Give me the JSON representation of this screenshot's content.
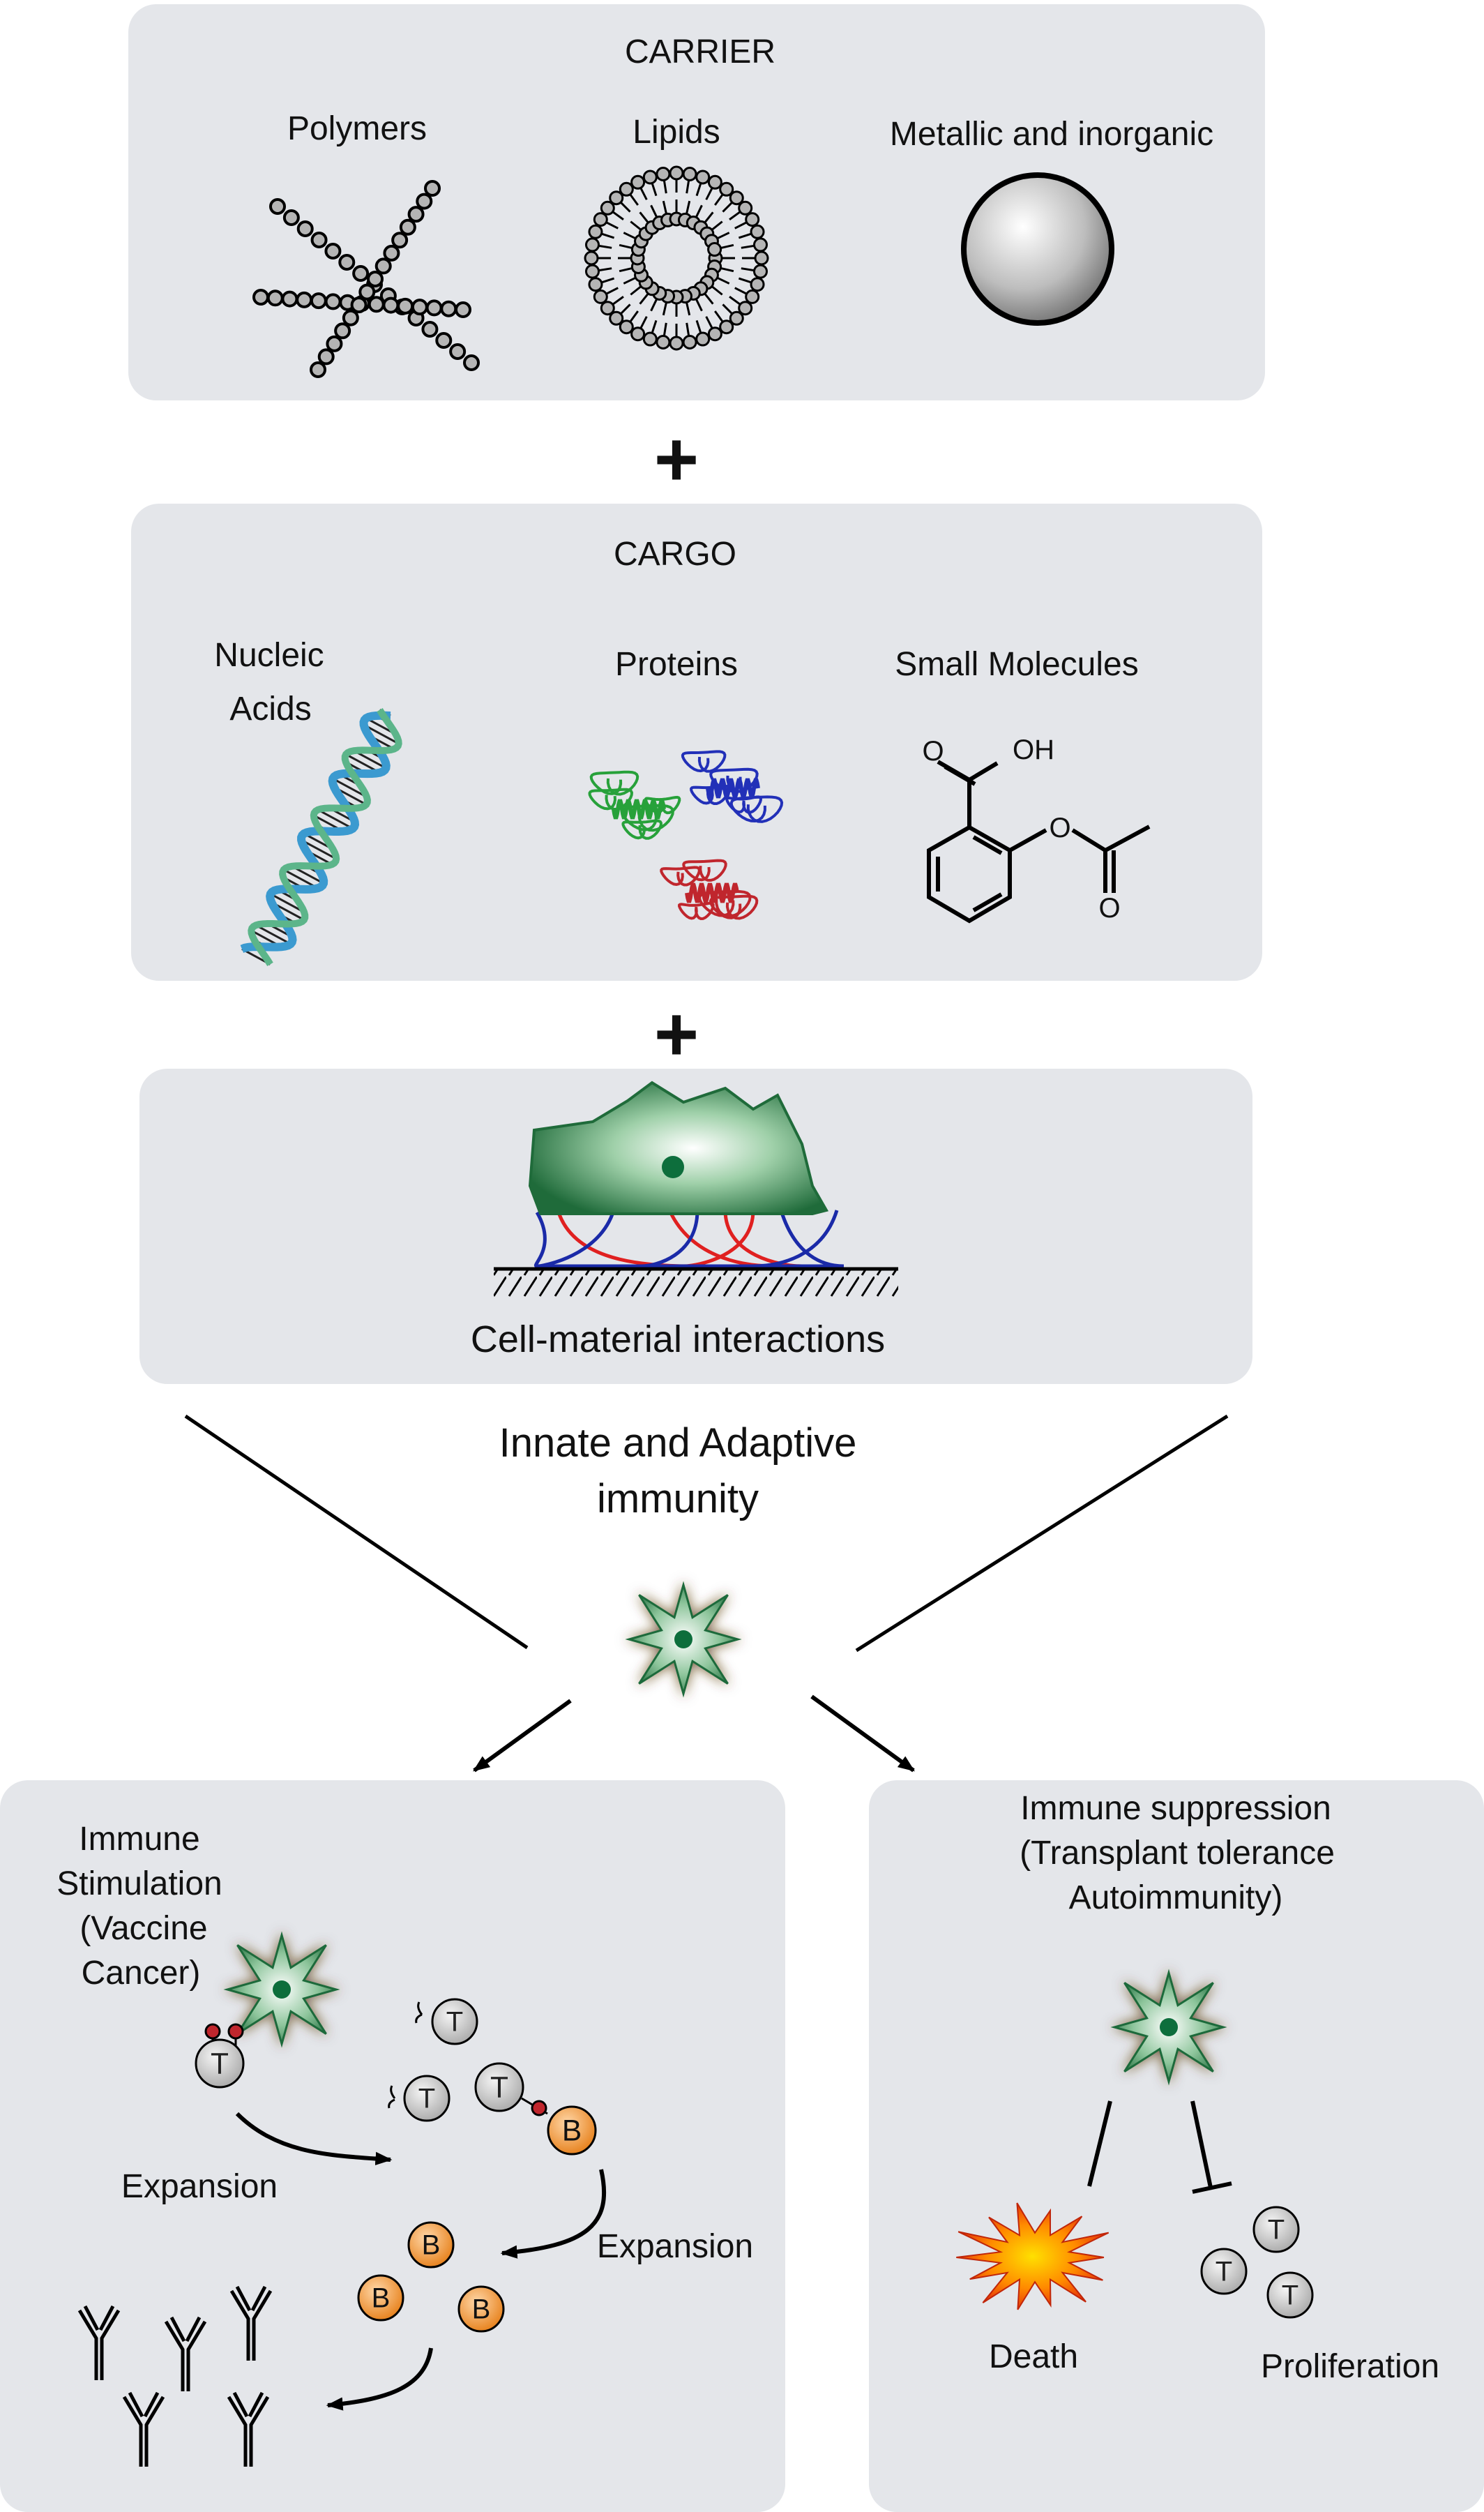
{
  "carrier": {
    "title": "CARRIER",
    "items": [
      "Polymers",
      "Lipids",
      "Metallic and inorganic"
    ]
  },
  "plus_symbol": "+",
  "cargo": {
    "title": "CARGO",
    "nucleic_line1": "Nucleic",
    "nucleic_line2": "Acids",
    "proteins": "Proteins",
    "small_molecules": "Small Molecules",
    "oh_label": "OH",
    "o_label": "O"
  },
  "interactions": {
    "label": "Cell-material interactions"
  },
  "immunity": {
    "line1": "Innate and Adaptive",
    "line2": "immunity"
  },
  "stimulation": {
    "line1": "Immune",
    "line2": "Stimulation",
    "line3": "(Vaccine",
    "line4": "Cancer)",
    "expansion_1": "Expansion",
    "expansion_2": "Expansion",
    "t_cell": "T",
    "b_cell": "B"
  },
  "suppression": {
    "line1": "Immune suppression",
    "line2": "(Transplant tolerance",
    "line3": "Autoimmunity)",
    "death": "Death",
    "proliferation": "Proliferation",
    "t_cell": "T"
  },
  "colors": {
    "panel": "#e4e6ea",
    "dc_green": "#1f6b3a",
    "b_cell_orange": "#f0922b",
    "t_cell_gray": "#c9c9c9",
    "helix_blue": "#3b9ad0",
    "helix_green": "#5cb58a",
    "protein_green": "#27a13a",
    "protein_blue": "#2230b8",
    "protein_red": "#c0262d",
    "fiber_red": "#e02020",
    "fiber_blue": "#1a2aa8"
  }
}
